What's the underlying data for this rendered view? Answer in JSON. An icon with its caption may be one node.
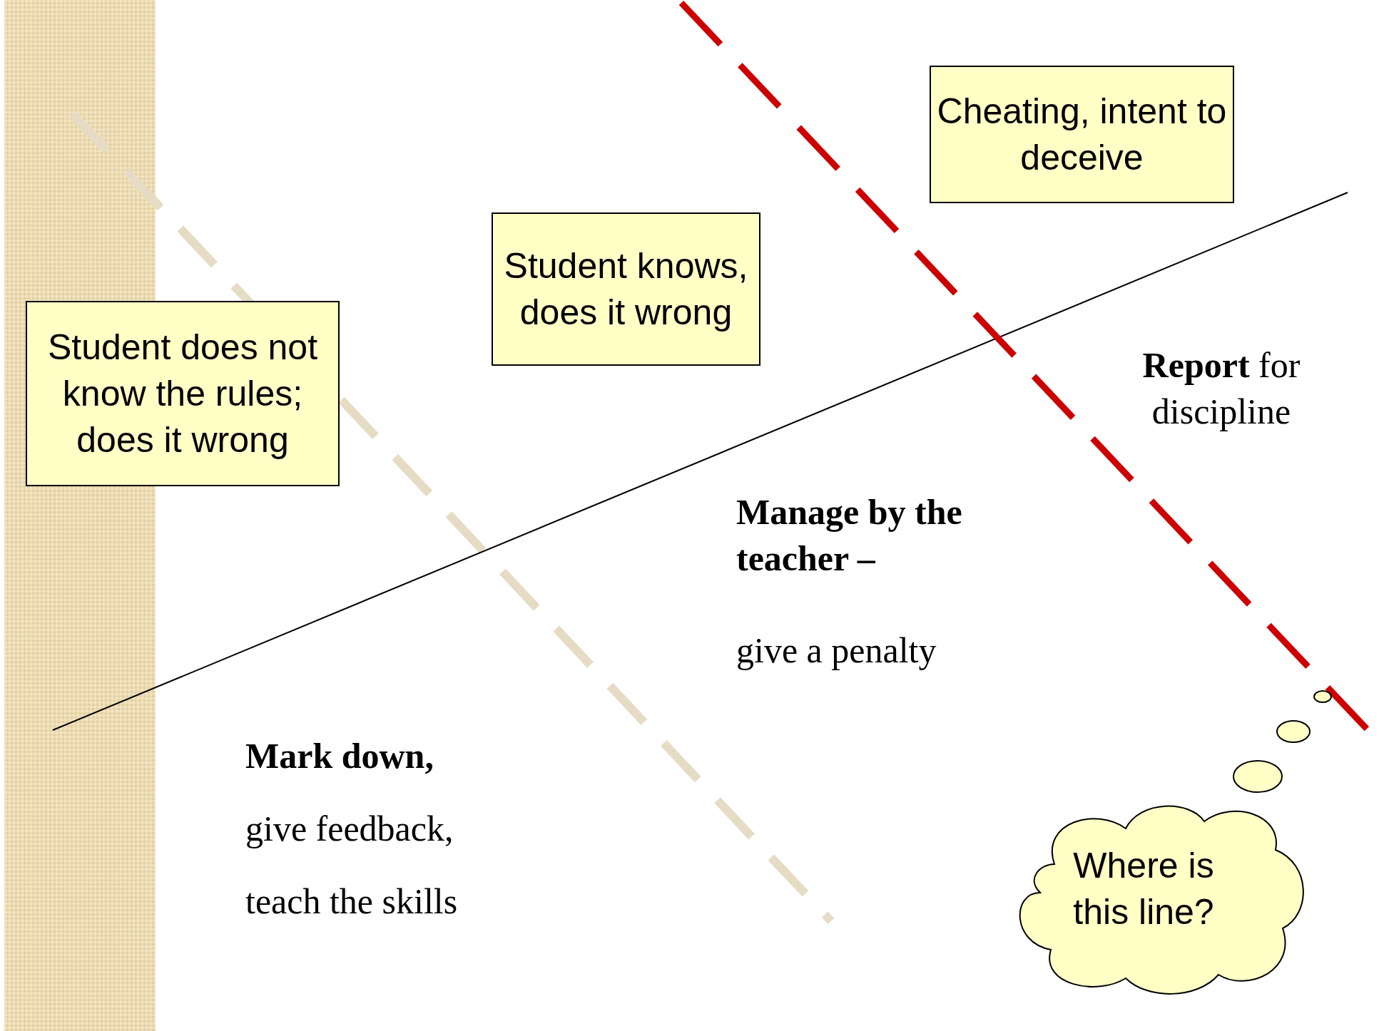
{
  "diagram": {
    "nodes": [
      {
        "text": [
          "Cheating, intent to deceive"
        ]
      },
      {
        "text": [
          "Student knows, does it wrong"
        ]
      },
      {
        "text": [
          "Student does not know the rules; does it wrong"
        ]
      },
      {
        "text": [
          "Where is this line?"
        ]
      }
    ],
    "labels": [
      "**Report** for discipline",
      "Manage by the teacher –",
      "give a penalty",
      "Mark down,",
      "give feedback,",
      "teach the skills"
    ]
  }
}
